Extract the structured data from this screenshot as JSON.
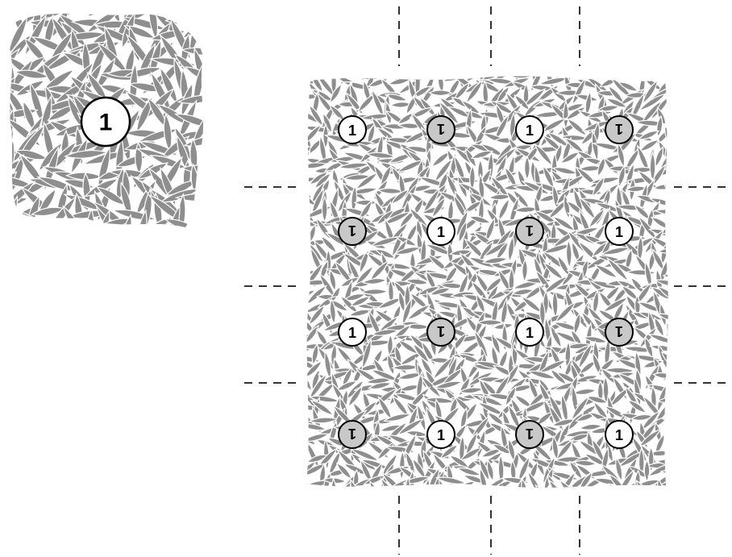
{
  "diagram": {
    "tile_label": "1",
    "grid": {
      "rows": 4,
      "cols": 4,
      "cells": [
        [
          {
            "label": "1",
            "rotated": false
          },
          {
            "label": "1",
            "rotated": true
          },
          {
            "label": "1",
            "rotated": false
          },
          {
            "label": "1",
            "rotated": true
          }
        ],
        [
          {
            "label": "1",
            "rotated": true
          },
          {
            "label": "1",
            "rotated": false
          },
          {
            "label": "1",
            "rotated": true
          },
          {
            "label": "1",
            "rotated": false
          }
        ],
        [
          {
            "label": "1",
            "rotated": false
          },
          {
            "label": "1",
            "rotated": true
          },
          {
            "label": "1",
            "rotated": false
          },
          {
            "label": "1",
            "rotated": true
          }
        ],
        [
          {
            "label": "1",
            "rotated": true
          },
          {
            "label": "1",
            "rotated": false
          },
          {
            "label": "1",
            "rotated": true
          },
          {
            "label": "1",
            "rotated": false
          }
        ]
      ]
    },
    "colors": {
      "leaf": "#8e8e8e",
      "badge_plain": "#ffffff",
      "badge_rotated": "#c8c8c8",
      "outline": "#000000",
      "dash": "#333333"
    }
  }
}
